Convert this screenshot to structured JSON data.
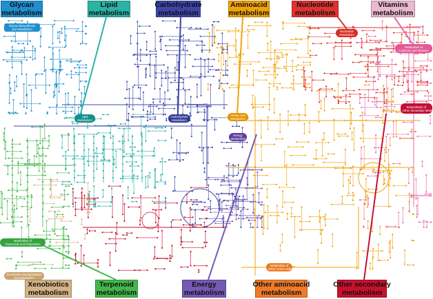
{
  "colors": {
    "glycan": "#1f8fce",
    "lipid": "#2bb3a6",
    "carbohydrate": "#3d46a8",
    "aminoacid": "#f0a30a",
    "nucleotide": "#e0332f",
    "vitamins": "#e86aa8",
    "xenobiotics": "#d4b485",
    "terpenoid": "#43b84a",
    "energy": "#7559b3",
    "other_aminoacid": "#ee7a2a",
    "other_secondary": "#c8102e"
  },
  "categories": {
    "glycan": {
      "line1": "Glycan",
      "line2": "metabolism"
    },
    "lipid": {
      "line1": "Lipid",
      "line2": "metabolism"
    },
    "carbohydrate": {
      "line1": "Carbohydrate",
      "line2": "metabolism"
    },
    "aminoacid": {
      "line1": "Aminoacid",
      "line2": "metabolism"
    },
    "nucleotide": {
      "line1": "Nucleotide",
      "line2": "metabolism"
    },
    "vitamins": {
      "line1": "Vitamins",
      "line2": "metabolism"
    },
    "xenobiotics": {
      "line1": "Xenobiotics",
      "line2": "metabolism"
    },
    "terpenoid": {
      "line1": "Terpenoid",
      "line2": "metabolism"
    },
    "energy": {
      "line1": "Energy",
      "line2": "metabolism"
    },
    "other_aminoacid": {
      "line1": "Other aminoacid",
      "line2": "metabolism"
    },
    "other_secondary": {
      "line1": "Other secondary",
      "line2": "metabolism"
    }
  },
  "pathway_labels": {
    "glycan_biosynthesis": {
      "line1": "Glycan Biosynthesis",
      "line2": "and Metabolism"
    },
    "lipid": {
      "line1": "Lipid",
      "line2": "Metabolism"
    },
    "carbohydrate": {
      "line1": "Carbohydrate",
      "line2": "Metabolism"
    },
    "energy": {
      "line1": "Energy",
      "line2": "Metabolism"
    },
    "amino_acid": {
      "line1": "Amino Acid",
      "line2": "Metabolism"
    },
    "nucleotide": {
      "line1": "Nucleotide",
      "line2": "Metabolism"
    },
    "cofactors_vitamins": {
      "line1": "Metabolism of",
      "line2": "Cofactors and Vitamins"
    },
    "biosynthesis_secondary": {
      "line1": "Biosynthesis of",
      "line2": "Other Secondary Metabolites"
    },
    "terpenoids_polyketides": {
      "line1": "Metabolism of",
      "line2": "Terpenoids and Polyketides"
    },
    "xenobiotics_biodegradation": {
      "line1": "Xenobiotics Biodegradation",
      "line2": "and Metabolism"
    },
    "other_amino_acids": {
      "line1": "Metabolism of",
      "line2": "Other Amino Acids"
    }
  }
}
